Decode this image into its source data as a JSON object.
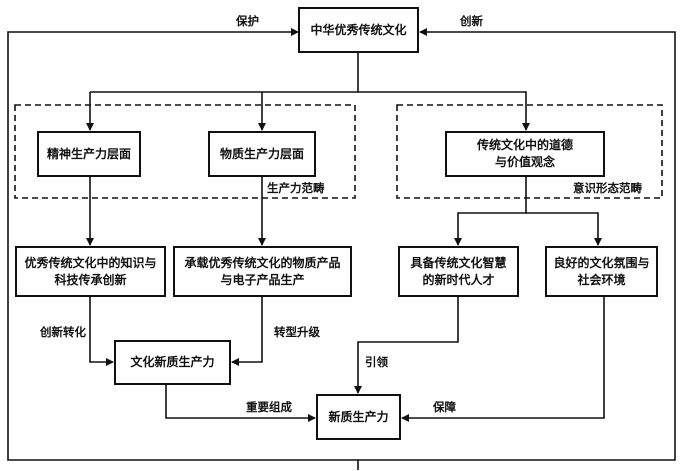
{
  "nodes": {
    "culture": "中华优秀传统文化",
    "spirit": "精神生产力层面",
    "material": "物质生产力层面",
    "morality": "传统文化中的道德\n与价值观念",
    "knowledge": "优秀传统文化中的知识与\n科技传承创新",
    "products": "承载优秀传统文化的物质产品\n与电子产品生产",
    "talent": "具备传统文化智慧\n的新时代人才",
    "atmosphere": "良好的文化氛围与\n社会环境",
    "cultural_productivity": "文化新质生产力",
    "new_productivity": "新质生产力"
  },
  "groups": {
    "productivity_category": "生产力范畴",
    "ideology_category": "意识形态范畴"
  },
  "edge_labels": {
    "protect": "保护",
    "innovate": "创新",
    "innovative_transformation": "创新转化",
    "transformation_upgrade": "转型升级",
    "lead": "引领",
    "important_component": "重要组成",
    "guarantee": "保障"
  }
}
